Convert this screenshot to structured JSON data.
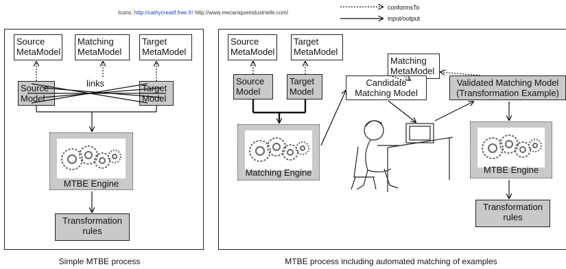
{
  "credits": {
    "prefix": "Icons: ",
    "link1": "http://cathycreatif.free.fr/",
    "link2": " http://www.mecaniqueindustrielle.com/"
  },
  "legend": {
    "conforms_to": "conformsTo",
    "input_output": "input/output"
  },
  "left_panel": {
    "source_metamodel": [
      "Source",
      "MetaModel"
    ],
    "matching_metamodel": [
      "Matching",
      "MetaModel"
    ],
    "target_metamodel": [
      "Target",
      "MetaModel"
    ],
    "links_label": "links",
    "source_model": [
      "Source",
      "Model"
    ],
    "target_model": [
      "Target",
      "Model"
    ],
    "engine": "MTBE Engine",
    "rules": [
      "Transformation",
      "rules"
    ],
    "caption": "Simple MTBE process"
  },
  "right_panel": {
    "source_metamodel": [
      "Source",
      "MetaModel"
    ],
    "target_metamodel": [
      "Target",
      "MetaModel"
    ],
    "matching_metamodel": [
      "Matching",
      "MetaModel"
    ],
    "source_model": [
      "Source",
      "Model"
    ],
    "target_model": [
      "Target",
      "Model"
    ],
    "candidate": [
      "Candidate",
      "Matching Model"
    ],
    "validated": [
      "Validated Matching Model",
      "(Transformation Example)"
    ],
    "matching_engine": "Matching Engine",
    "mtbe_engine": "MTBE Engine",
    "rules": [
      "Transformation",
      "rules"
    ],
    "caption": "MTBE process including automated matching of examples"
  }
}
